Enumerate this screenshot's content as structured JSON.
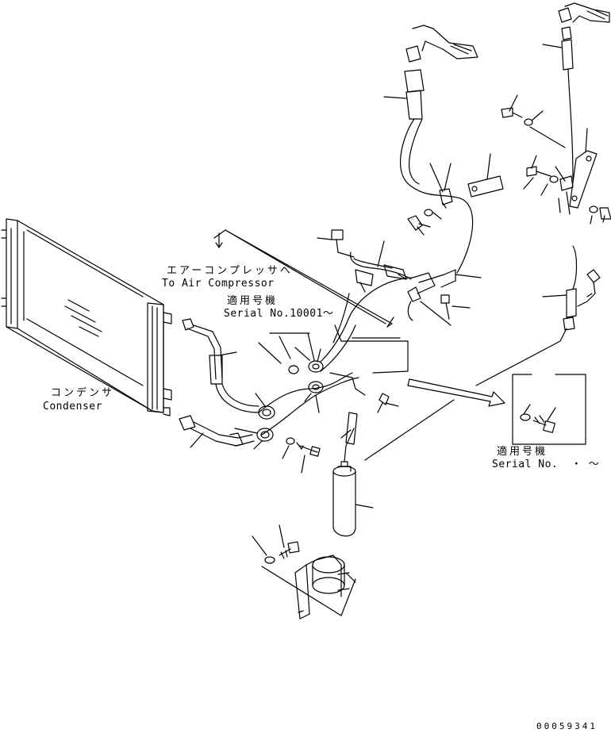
{
  "labels": {
    "to_compressor_jp": "エアーコンプレッサへ",
    "to_compressor_en": "To Air Compressor",
    "serial_applicable_jp": "適用号機",
    "serial_from": "Serial No.10001～",
    "condenser_jp": "コンデンサ",
    "condenser_en": "Condenser",
    "serial_applicable_jp_2": "適用号機",
    "serial_blank": "Serial No.  ・ ～"
  },
  "drawing_number": "00059341"
}
